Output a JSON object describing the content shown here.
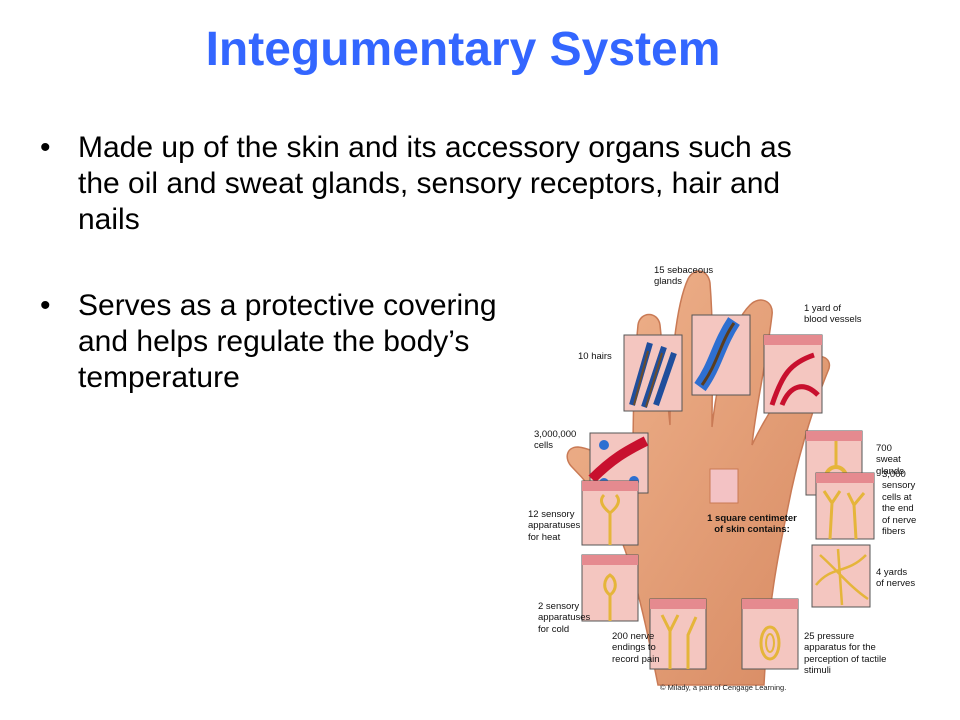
{
  "slide": {
    "title": "Integumentary System",
    "bullets": [
      {
        "marker": "•",
        "text": "Made up of the skin and its accessory organs such as the oil and sweat glands, sensory receptors, hair and nails"
      },
      {
        "marker": "•",
        "text": "Serves as a protective covering and helps regulate the body’s temperature"
      }
    ]
  },
  "figure": {
    "center_label": "1 square centimeter\nof skin contains:",
    "callouts": {
      "sebaceous": "15 sebaceous\nglands",
      "blood_vessels": "1 yard of\nblood vessels",
      "hairs": "10 hairs",
      "cells": "3,000,000\ncells",
      "sweat": "700\nsweat\nglands",
      "sensory_cells": "3,000\nsensory\ncells at\nthe end\nof nerve\nfibers",
      "heat": "12 sensory\napparatuses\nfor heat",
      "nerves": "4 yards\nof nerves",
      "cold": "2 sensory\napparatuses\nfor cold",
      "nerve_endings": "200 nerve\nendings to\nrecord pain",
      "pressure": "25 pressure\napparatus for the\nperception of tactile\nstimuli"
    },
    "copyright": "© Milady, a part of Cengage Learning."
  },
  "colors": {
    "title": "#3366ff",
    "skin": "#e9a27a",
    "skin_shadow": "#c97a55",
    "tissue_pink": "#f4c6c0",
    "epidermis": "#e58a8f",
    "vessel_red": "#c8102e",
    "vessel_blue": "#2e6fd1",
    "nerve_yellow": "#e5b53a"
  }
}
